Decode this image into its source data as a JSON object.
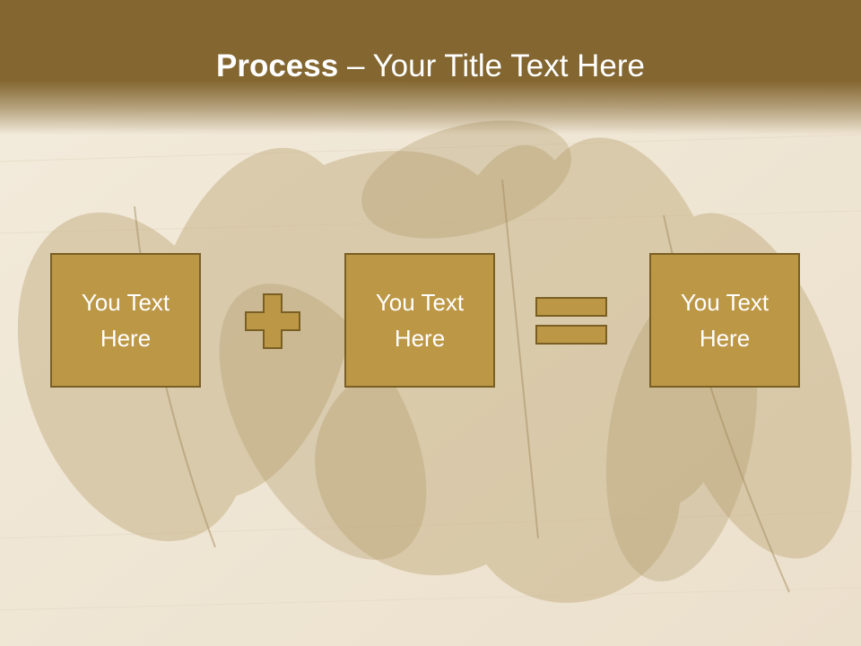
{
  "slide": {
    "title_bold": "Process",
    "title_rest": " – Your Title Text Here"
  },
  "process": {
    "boxes": [
      {
        "text": "You Text Here"
      },
      {
        "text": "You Text Here"
      },
      {
        "text": "You Text Here"
      }
    ],
    "operators": [
      "plus-icon",
      "equals-icon"
    ]
  },
  "colors": {
    "header": "#836630",
    "box_fill": "#bc9746",
    "box_border": "#7a5f24",
    "background": "#efe6d6",
    "text": "#ffffff"
  }
}
